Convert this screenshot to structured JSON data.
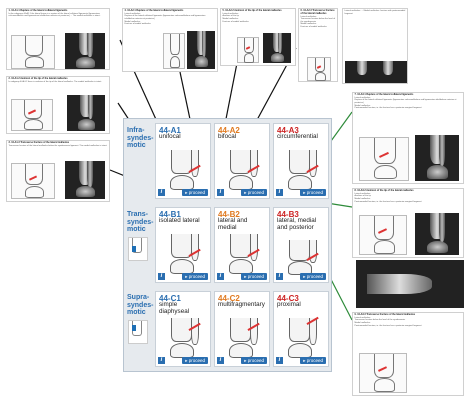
{
  "colors": {
    "blue_code": "#2a6eb0",
    "orange_code": "#e07a20",
    "red_code": "#cc2222",
    "arrow_dark": "#111111",
    "arrow_green": "#2e8b3a"
  },
  "rows": [
    {
      "label": "Infra-\nsyndes-\nmotic"
    },
    {
      "label": "Trans-\nsyndes-\nmotic"
    },
    {
      "label": "Supra-\nsyndes-\nmotic"
    }
  ],
  "cells": [
    {
      "code": "44-A1",
      "name": "unifocal",
      "color": "blue"
    },
    {
      "code": "44-A2",
      "name": "bifocal",
      "color": "orange"
    },
    {
      "code": "44-A3",
      "name": "circumferential",
      "color": "red"
    },
    {
      "code": "44-B1",
      "name": "isolated lateral",
      "color": "blue"
    },
    {
      "code": "44-B2",
      "name": "lateral and medial",
      "color": "orange"
    },
    {
      "code": "44-B3",
      "name": "lateral, medial and posterior",
      "color": "red"
    },
    {
      "code": "44-C1",
      "name": "simple diaphyseal",
      "color": "blue"
    },
    {
      "code": "44-C2",
      "name": "multifragmentary",
      "color": "orange"
    },
    {
      "code": "44-C3",
      "name": "proximal",
      "color": "red"
    }
  ],
  "buttons": {
    "info": "i",
    "proceed": "▸ proceed"
  },
  "cards": {
    "c1": {
      "title": "1. 44-A1.1 Rupture of the lateral collateral ligaments",
      "text": "In the subgroup 44-A1.1 the lateral lesion is a rupture of the lateral collateral ligaments (ligamentum calcaneofibulare and ligamentum talofibulare anterius et posterius) ... The medial malleolus is intact."
    },
    "c2": {
      "title": "2. 44-A1.2 Avulsion of the tip of the lateral malleolus",
      "text": "In subgroup 44-A1.2 there is avulsion of the tip of the lateral malleolus. The medial malleolus is intact."
    },
    "c3": {
      "title": "3. 44-A1.3 Transverse fracture of the lateral malleolus",
      "text": "Transverse fracture of the lateral malleolus below the syndesmosis ligament. The medial malleolus is intact."
    },
    "c4": {
      "title": "4. 44-A2.1 Rupture of the lateral collateral ligaments",
      "text": "Lateral malleolus:\nRupture of the lateral collateral ligaments (ligamentum calcaneofibulare and ligamentum talofibulare anterius et posterius)\nMedial malleolus:\nFracture of medial malleolus"
    },
    "c5": {
      "title": "5. 44-A2.2 Avulsion of the tip of the lateral malleolus",
      "text": "Lateral malleolus:\nAvulsion of the tip\nMedial malleolus:\nFracture of medial malleolus"
    },
    "c6": {
      "title": "6. 44-A2.3 Transverse fracture of the lateral malleolus",
      "text": "Lateral malleolus:\nTransverse fracture below the level of the syndesmosis\nMedial malleolus:\nFracture of medial malleolus"
    },
    "c7": {
      "title": "",
      "text": "Lateral malleolus: ... Medial malleolus: fracture with posteromedial fragment"
    },
    "c8": {
      "title": "7. 44-A3.1 Rupture of the lateral collateral ligaments",
      "text": "Lateral malleolus:\nRupture of the lateral collateral ligaments (ligamentum calcaneofibulare and ligamentum talofibulare anterius et posterius)\nMedial malleolus:\nPosteromedial fracture, ie. the fracture has a posterior marginal fragment"
    },
    "c9": {
      "title": "8. 44-A3.2 Avulsion of the tip of the lateral malleolus",
      "text": "Lateral malleolus:\nAvulsion of the tip\nMedial malleolus:\nPosteromedial fracture, ie. the fracture has a posterior marginal fragment"
    },
    "c10": {
      "title": "9. 44-A3.3 Transverse fracture of the lateral malleolus",
      "text": "Lateral malleolus:\nTransverse fracture below the level of the syndesmosis\nMedial malleolus:\nPosteromedial fracture, ie. the fracture has a posterior marginal fragment"
    }
  }
}
